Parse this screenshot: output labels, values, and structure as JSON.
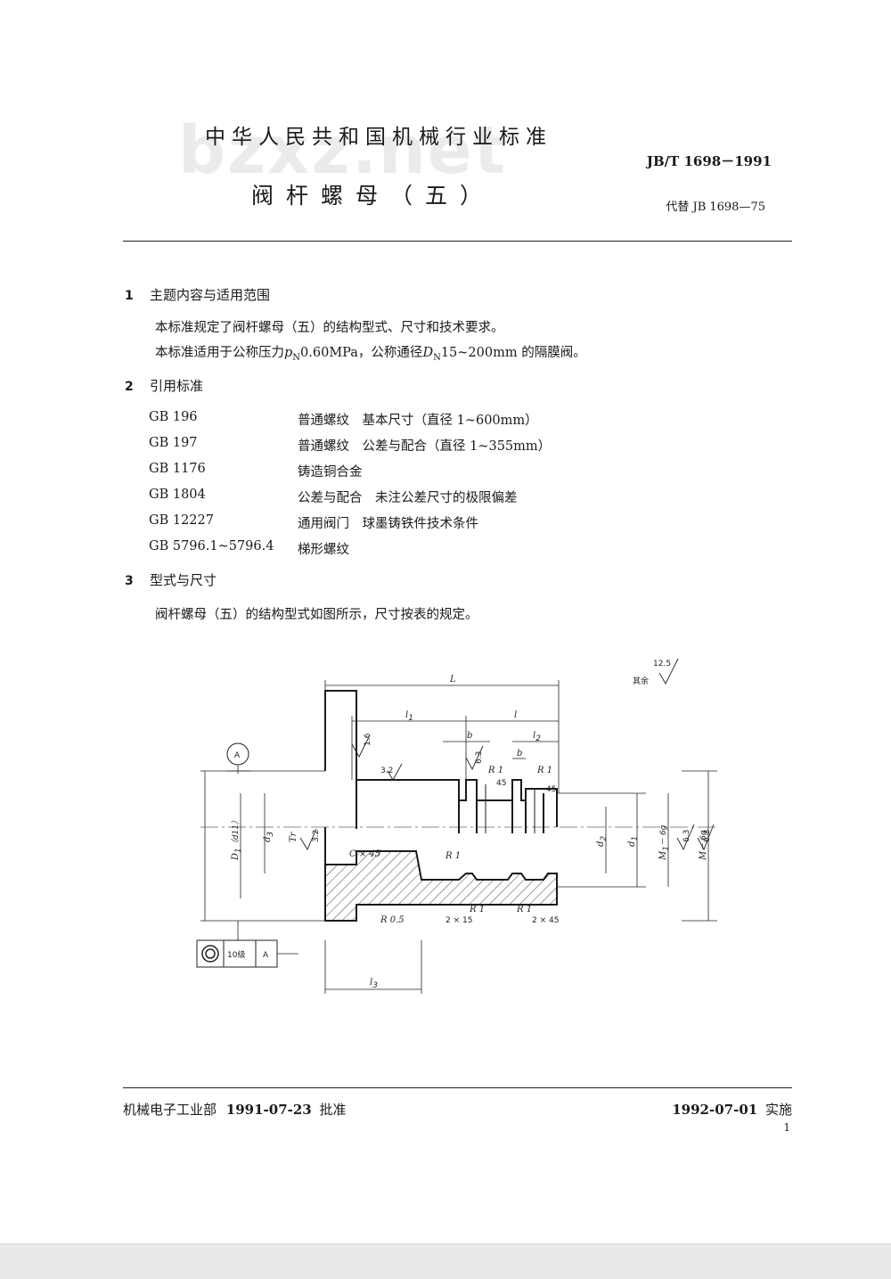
{
  "watermark": "bzxz.net",
  "header": {
    "org": "中华人民共和国机械行业标准",
    "title": "阀杆螺母（五）",
    "std_no": "JB/T 1698－1991",
    "replaces": "代替 JB 1698—75"
  },
  "sections": [
    {
      "num": "1",
      "title": "主题内容与适用范围"
    },
    {
      "num": "2",
      "title": "引用标准"
    },
    {
      "num": "3",
      "title": "型式与尺寸"
    }
  ],
  "s1": {
    "p1": "本标准规定了阀杆螺母（五）的结构型式、尺寸和技术要求。",
    "p2a": "本标准适用于公称压力",
    "p2_p": "p",
    "p2_psub": "N",
    "p2b": "0.60MPa，公称通径",
    "p2_d": "D",
    "p2_dsub": "N",
    "p2c": "15~200mm 的隔膜阀。"
  },
  "refs": [
    {
      "code": "GB  196",
      "desc": "普通螺纹　基本尺寸（直径 1~600mm）"
    },
    {
      "code": "GB  197",
      "desc": "普通螺纹　公差与配合（直径 1~355mm）"
    },
    {
      "code": "GB  1176",
      "desc": "铸造铜合金"
    },
    {
      "code": "GB  1804",
      "desc": "公差与配合　未注公差尺寸的极限偏差"
    },
    {
      "code": "GB  12227",
      "desc": "通用阀门　球墨铸铁件技术条件"
    },
    {
      "code": "GB  5796.1~5796.4",
      "desc": "梯形螺纹"
    }
  ],
  "s3": {
    "p1": "阀杆螺母（五）的结构型式如图所示，尺寸按表的规定。"
  },
  "drawing": {
    "labels": {
      "L": "L",
      "l1": "l",
      "l1sub": "1",
      "l": "l",
      "l2": "l",
      "l2sub": "2",
      "l3": "l",
      "l3sub": "3",
      "b1": "b",
      "b2": "b",
      "ra16": "1.6",
      "ra32a": "3.2",
      "ra32b": "3.2",
      "ra63a": "6.3",
      "ra63b": "6.3",
      "ra63c": "6.3",
      "ra125": "12.5",
      "rest": "其余",
      "datum": "A",
      "r1a": "R 1",
      "r1b": "R 1",
      "r1c": "R 1",
      "r1d": "R 1",
      "r1e": "R 1",
      "a45a": "45",
      "a45b": "45",
      "c45": "C × 45",
      "r05": "R 0.5",
      "c2x15": "2 × 15",
      "c2x45": "2 × 45",
      "D1": "D",
      "D1sub": "1",
      "D1tol": "（d11）",
      "d3": "d",
      "d3sub": "3",
      "tr": "Tr",
      "d2": "d",
      "d2sub": "2",
      "d1": "d",
      "d1sub": "1",
      "M1": "M",
      "M1sub": "1",
      "M1tol": "－ 6g",
      "M2": "M",
      "M2tol": "－ 6g",
      "tol_grade": "10级",
      "tol_datum": "A"
    }
  },
  "footer": {
    "dept": "机械电子工业部",
    "approve_date": "1991-07-23",
    "approve": "批准",
    "impl_date": "1992-07-01",
    "impl": "实施",
    "page": "1"
  }
}
